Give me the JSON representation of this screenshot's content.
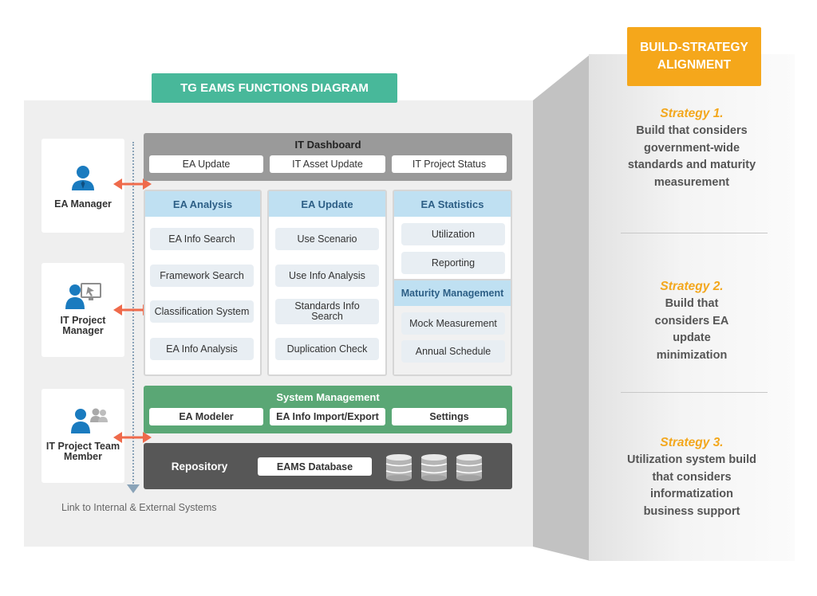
{
  "diagram_title": "TG EAMS FUNCTIONS DIAGRAM",
  "users": [
    {
      "label": "EA Manager",
      "icon": "manager-person-icon"
    },
    {
      "label": "IT Project Manager",
      "icon": "project-manager-computer-icon"
    },
    {
      "label": "IT Project Team Member",
      "icon": "team-member-group-icon"
    }
  ],
  "dashboard": {
    "title": "IT Dashboard",
    "items": [
      "EA Update",
      "IT Asset Update",
      "IT Project Status"
    ]
  },
  "columns": [
    {
      "title": "EA Analysis",
      "items": [
        "EA Info Search",
        "Framework Search",
        "Classification System",
        "EA Info Analysis"
      ]
    },
    {
      "title": "EA Update",
      "items": [
        "Use Scenario",
        "Use Info Analysis",
        "Standards Info Search",
        "Duplication Check"
      ]
    },
    {
      "title": "EA Statistics",
      "items": [
        "Utilization",
        "Reporting"
      ]
    }
  ],
  "maturity": {
    "title": "Maturity Management",
    "items": [
      "Mock Measurement",
      "Annual Schedule"
    ]
  },
  "system_management": {
    "title": "System Management",
    "items": [
      "EA Modeler",
      "EA Info Import/Export",
      "Settings"
    ]
  },
  "repository": {
    "title": "Repository",
    "database": "EAMS Database"
  },
  "link_text": "Link to Internal & External Systems",
  "alignment": {
    "badge": "BUILD-STRATEGY ALIGNMENT",
    "strategies": [
      {
        "number": "Strategy 1.",
        "text": "Build that considers government-wide standards and maturity measurement"
      },
      {
        "number": "Strategy 2.",
        "text": "Build that considers EA update minimization"
      },
      {
        "number": "Strategy 3.",
        "text": "Utilization system build that considers informatization business support"
      }
    ]
  },
  "colors": {
    "title_green": "#48b89a",
    "arrow_red": "#ef6a4b",
    "user_blue": "#1a7bbf",
    "column_header": "#bfe0f2",
    "system_green": "#5aa775",
    "repository_dark": "#575757",
    "badge_orange": "#f5a71b",
    "strategy_orange": "#f3a71d"
  }
}
